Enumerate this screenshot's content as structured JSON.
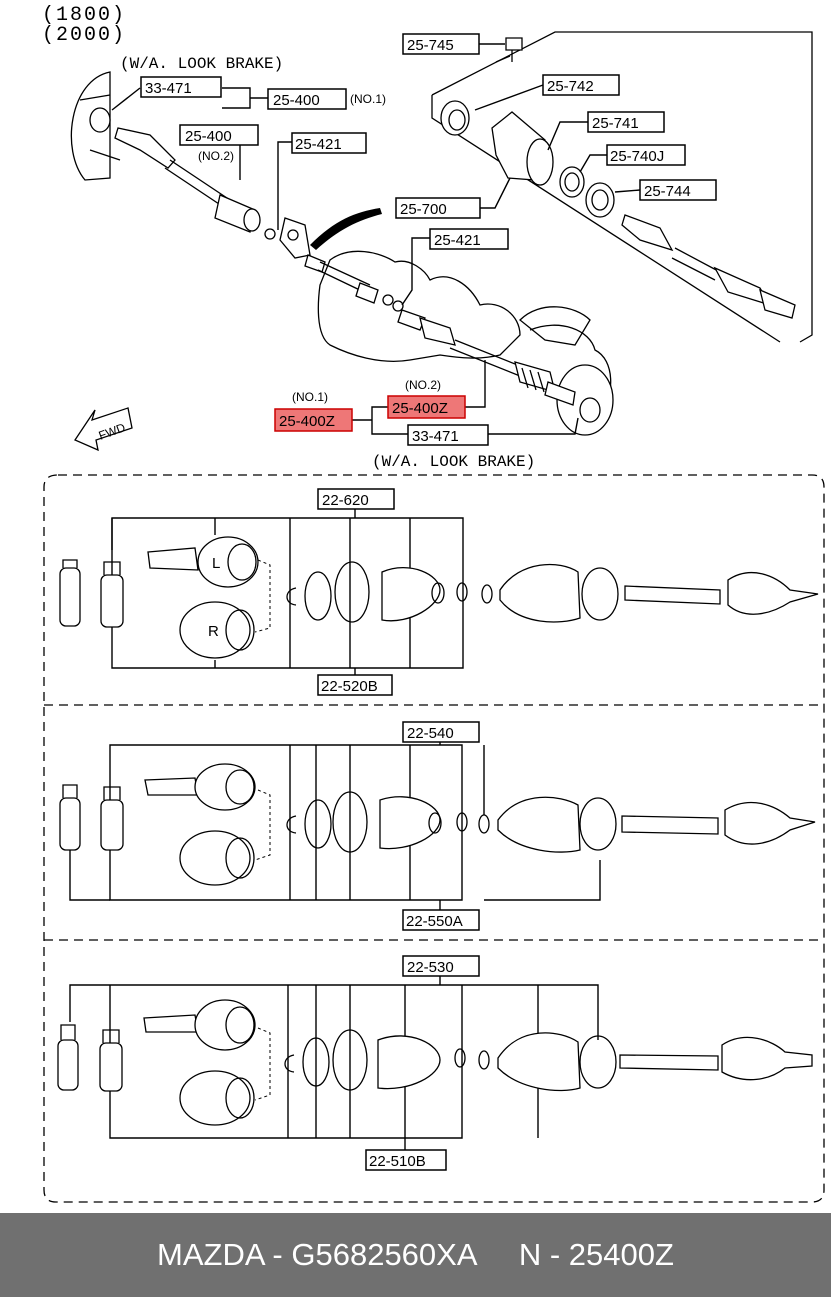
{
  "header": {
    "line1": "(1800)",
    "line2": "(2000)"
  },
  "top_diagram": {
    "note_top": "(W/A. LOOK BRAKE)",
    "note_bottom": "(W/A. LOOK BRAKE)",
    "fwd": "FWD",
    "callouts": {
      "c33471a": "33-471",
      "c25400_no1": "25-400",
      "no1_a": "(NO.1)",
      "c25400_no2": "25-400",
      "no2_a": "(NO.2)",
      "c25421a": "25-421",
      "c25745": "25-745",
      "c25742": "25-742",
      "c25741": "25-741",
      "c25740j": "25-740J",
      "c25744": "25-744",
      "c25700": "25-700",
      "c25421b": "25-421",
      "no1_b": "(NO.1)",
      "no2_b": "(NO.2)",
      "h25400z_a": "25-400Z",
      "h25400z_b": "25-400Z",
      "c33471b": "33-471"
    }
  },
  "sections": [
    {
      "upper_code": "22-620",
      "lower_code": "22-520B"
    },
    {
      "upper_code": "22-540",
      "lower_code": "22-550A"
    },
    {
      "upper_code": "22-530",
      "lower_code": "22-510B"
    }
  ],
  "joint_marks": {
    "left": "L",
    "right": "R"
  },
  "footer": {
    "text": "MAZDA - G5682560XA     N - 25400Z"
  },
  "colors": {
    "highlight": "#ee7777",
    "footer_bg": "#707070",
    "footer_text": "#ffffff"
  }
}
